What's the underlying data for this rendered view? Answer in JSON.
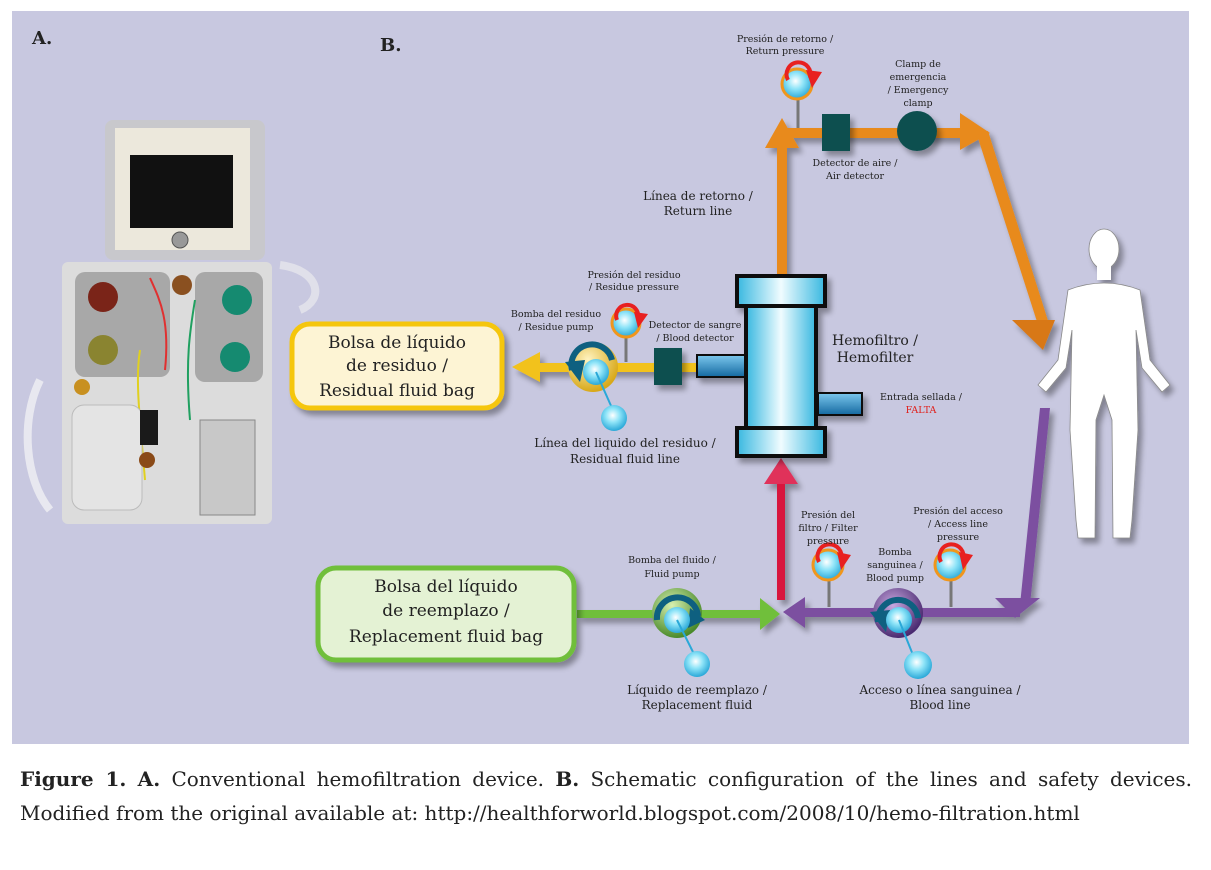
{
  "panels": {
    "a_label": "A.",
    "b_label": "B."
  },
  "colors": {
    "background": "#c8c8e0",
    "return_line": "#e88a1c",
    "residue_line": "#f2c21a",
    "replacement_line": "#6fbf3a",
    "blood_line": "#7b4fa0",
    "filter_inflow": "#d8143c",
    "detector": "#0e5050",
    "warning": "#e0201c"
  },
  "schematic": {
    "return_pressure": {
      "line1": "Presión de retorno /",
      "line2": "Return pressure"
    },
    "emergency_clamp": {
      "line1": "Clamp de",
      "line2": "emergencia",
      "line3": "/ Emergency",
      "line4": "clamp"
    },
    "air_detector": {
      "line1": "Detector de aire /",
      "line2": "Air detector"
    },
    "return_line": {
      "line1": "Línea de retorno /",
      "line2": "Return line"
    },
    "residue_pressure": {
      "line1": "Presión del residuo",
      "line2": "/ Residue pressure"
    },
    "residue_pump": {
      "line1": "Bomba del residuo",
      "line2": "/ Residue pump"
    },
    "blood_detector": {
      "line1": "Detector de sangre",
      "line2": "/ Blood detector"
    },
    "hemofilter": {
      "line1": "Hemofiltro /",
      "line2": "Hemofilter"
    },
    "sealed_inlet": {
      "line1": "Entrada sellada /",
      "line2": "FALTA"
    },
    "residual_bag": {
      "line1": "Bolsa de líquido",
      "line2": "de residuo /",
      "line3": "Residual fluid bag"
    },
    "residual_fluid_line": {
      "line1": "Línea del liquido del residuo /",
      "line2": "Residual fluid line"
    },
    "filter_pressure": {
      "line1": "Presión del",
      "line2": "filtro / Filter",
      "line3": "pressure"
    },
    "access_pressure": {
      "line1": "Presión del acceso",
      "line2": "/ Access line",
      "line3": "pressure"
    },
    "blood_pump": {
      "line1": "Bomba",
      "line2": "sanguinea /",
      "line3": "Blood pump"
    },
    "fluid_pump": {
      "line1": "Bomba del fluido /",
      "line2": "Fluid pump"
    },
    "replacement_bag": {
      "line1": "Bolsa del líquido",
      "line2": "de reemplazo /",
      "line3": "Replacement fluid bag"
    },
    "replacement_fluid": {
      "line1": "Líquido de reemplazo /",
      "line2": "Replacement fluid"
    },
    "blood_line": {
      "line1": "Acceso o línea sanguinea /",
      "line2": "Blood line"
    }
  },
  "caption": {
    "figure": "Figure 1.",
    "a": "A.",
    "a_text": " Conventional hemofiltration device. ",
    "b": "B.",
    "b_text": " Schematic configuration of the lines and safety devices. Modified from the original available at: http://healthforworld.blogspot.com/2008/10/hemo-filtration.html"
  }
}
